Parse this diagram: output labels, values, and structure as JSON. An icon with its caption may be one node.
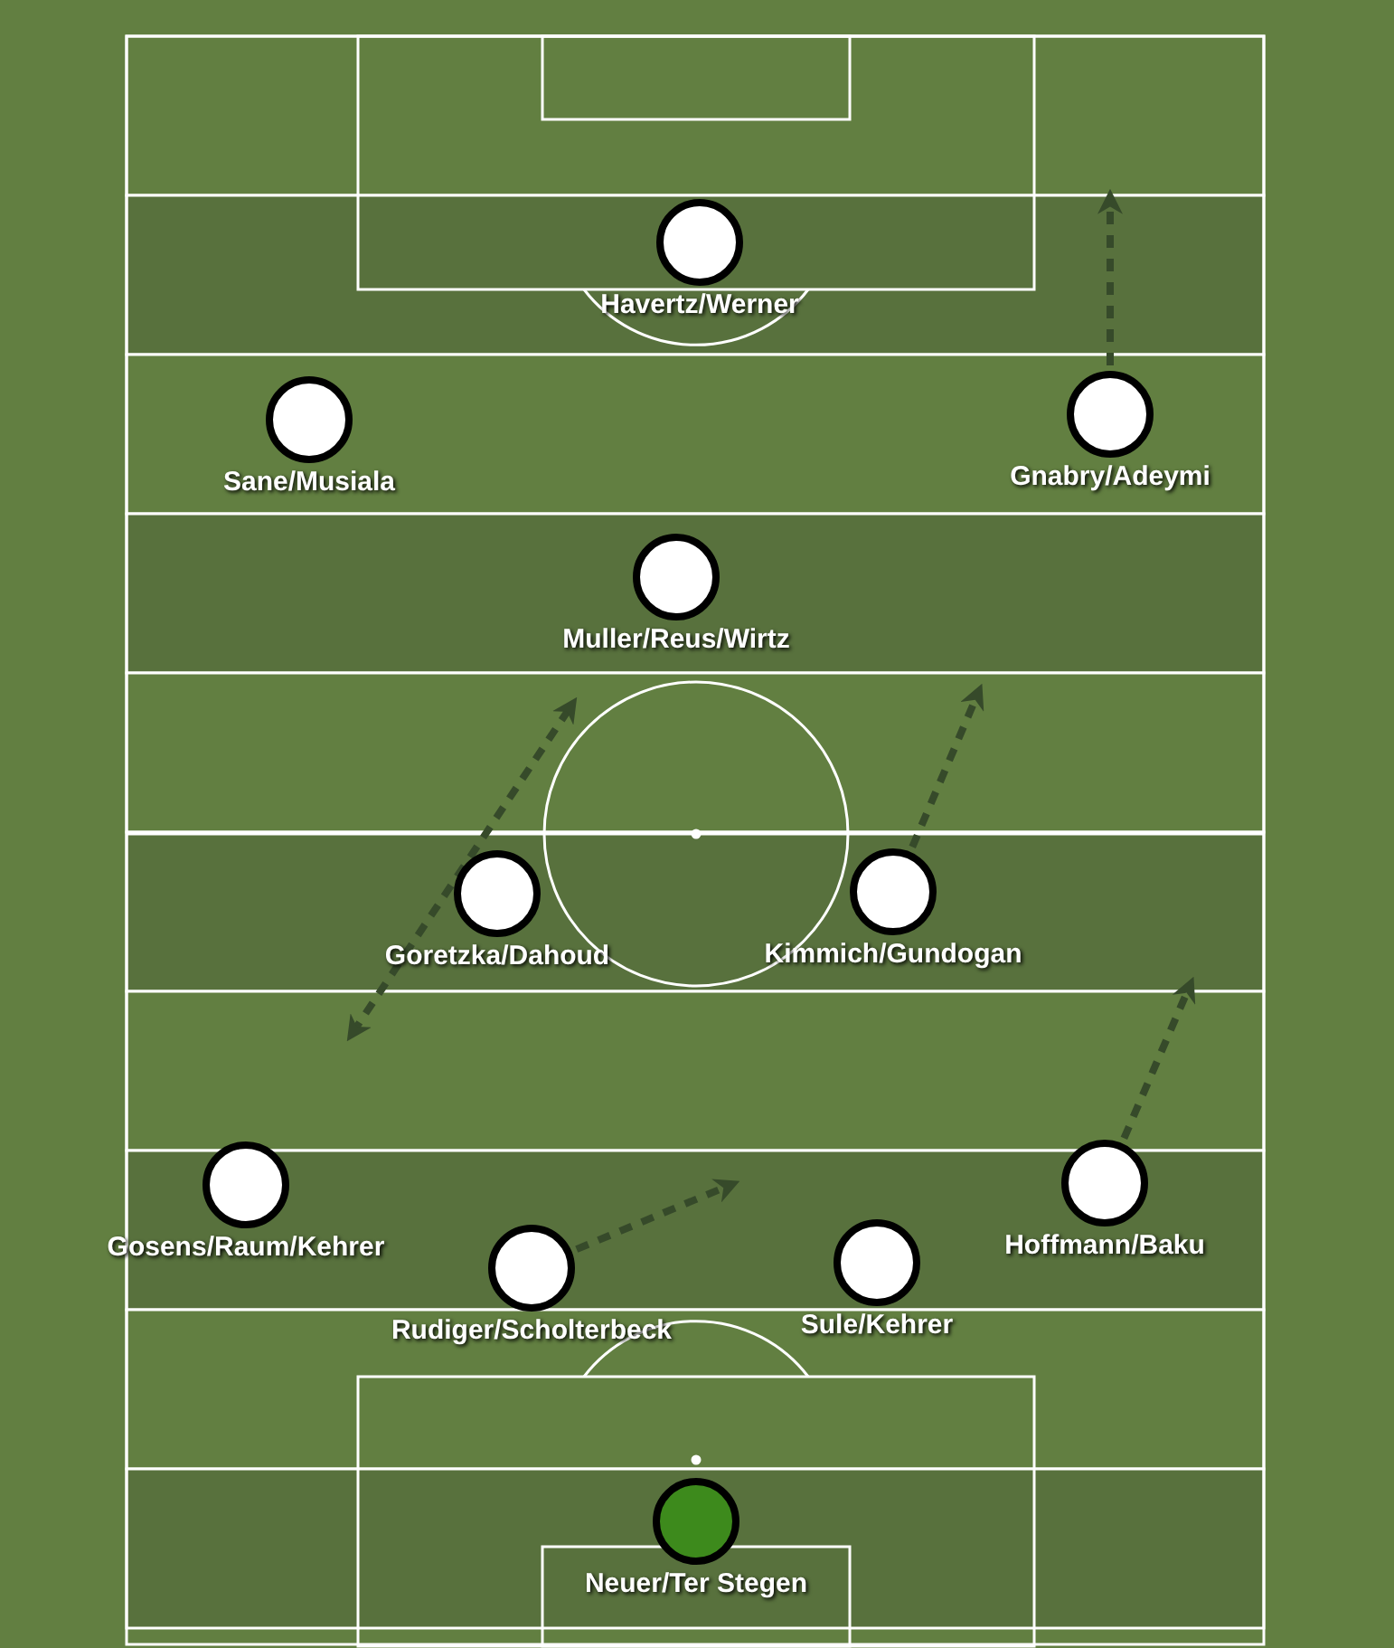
{
  "diagram": {
    "nodes": [
      {
        "text": [
          "Havertz/Werner"
        ]
      },
      {
        "text": [
          "Sane/Musiala"
        ]
      },
      {
        "text": [
          "Gnabry/Adeymi"
        ]
      },
      {
        "text": [
          "Muller/Reus/Wirtz"
        ]
      },
      {
        "text": [
          "Goretzka/Dahoud"
        ]
      },
      {
        "text": [
          "Kimmich/Gundogan"
        ]
      },
      {
        "text": [
          "Gosens/Raum/Kehrer"
        ]
      },
      {
        "text": [
          "Hoffmann/Baku"
        ]
      },
      {
        "text": [
          "Rudiger/Scholterbeck"
        ]
      },
      {
        "text": [
          "Sule/Kehrer"
        ]
      },
      {
        "text": [
          "Neuer/Ter Stegen"
        ]
      }
    ],
    "edges": [
      {
        "from": 2,
        "to": null,
        "arrow": "to",
        "style": "dashed"
      },
      {
        "from": 5,
        "to": null,
        "arrow": "to",
        "style": "dashed"
      },
      {
        "from": 7,
        "to": null,
        "arrow": "to",
        "style": "dashed"
      },
      {
        "from": 8,
        "to": null,
        "arrow": "to",
        "style": "dashed"
      }
    ]
  }
}
